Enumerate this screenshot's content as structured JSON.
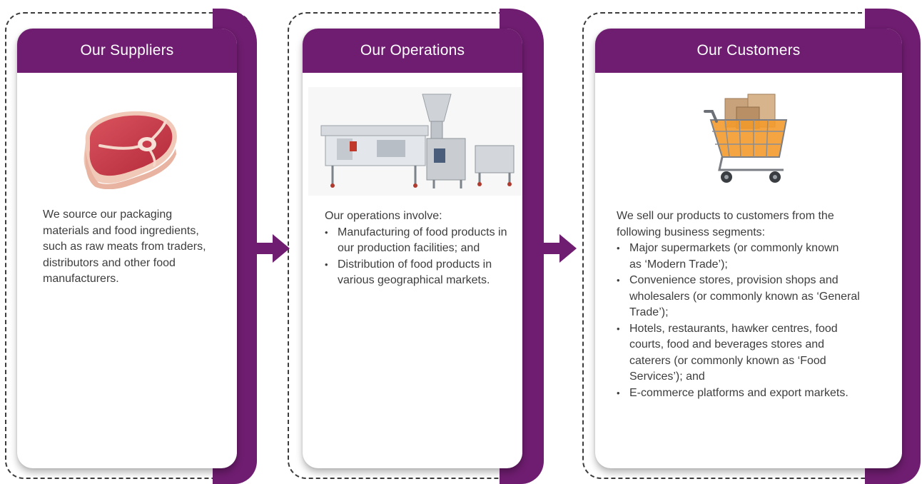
{
  "colors": {
    "accent": "#6f1d70",
    "text": "#3d3d3d",
    "dash": "#3c3c3c"
  },
  "panels": {
    "suppliers": {
      "title": "Our Suppliers",
      "image_icon": "raw-meat-steak",
      "body": "We source our packaging materials and food ingredients, such as raw meats from traders, distributors and other food manufacturers."
    },
    "operations": {
      "title": "Our Operations",
      "image_icon": "food-processing-machine",
      "intro": "Our operations involve:",
      "items": [
        "Manufacturing of food products in our production facilities; and",
        "Distribution of food products in various geographical markets."
      ]
    },
    "customers": {
      "title": "Our Customers",
      "image_icon": "shopping-cart-with-boxes",
      "intro": "We sell our products to customers from the following business segments:",
      "items": [
        "Major supermarkets (or commonly known as ‘Modern Trade’);",
        "Convenience stores, provision shops and wholesalers (or commonly known as ‘General Trade’);",
        "Hotels, restaurants, hawker centres, food courts, food and beverages stores and caterers (or commonly known as ‘Food Services’); and",
        "E-commerce platforms and export markets."
      ]
    }
  },
  "arrows": [
    "arrow-right-icon",
    "arrow-right-icon"
  ]
}
